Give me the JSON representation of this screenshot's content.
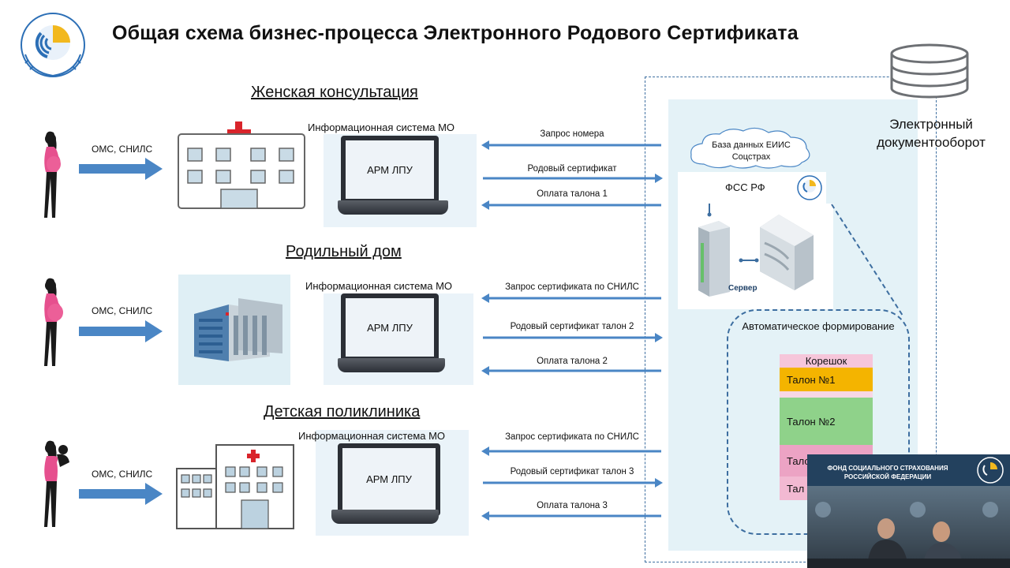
{
  "title": "Общая схема бизнес-процесса Электронного Родового Сертификата",
  "logo": {
    "icon": "fss-logo-icon"
  },
  "sections": [
    {
      "title": "Женская консультация",
      "input_label": "ОМС, СНИЛС",
      "system_label": "Информационная система МО",
      "workstation": "АРМ ЛПУ",
      "messages": [
        "Запрос номера",
        "Родовый сертификат",
        "Оплата талона 1"
      ]
    },
    {
      "title": "Родильный дом",
      "input_label": "ОМС, СНИЛС",
      "system_label": "Информационная система МО",
      "workstation": "АРМ ЛПУ",
      "messages": [
        "Запрос сертификата по СНИЛС",
        "Родовый сертификат талон 2",
        "Оплата талона 2"
      ]
    },
    {
      "title": "Детская поликлиника",
      "input_label": "ОМС, СНИЛС",
      "system_label": "Информационная система МО",
      "workstation": "АРМ ЛПУ",
      "messages": [
        "Запрос сертификата по СНИЛС",
        "Родовый сертификат талон 3",
        "Оплата талона 3"
      ]
    }
  ],
  "right": {
    "edo_label": "Электронный документооборот",
    "db_cloud": "База данных ЕИИС Соцстрах",
    "fss_label": "ФСС РФ",
    "server_label": "Сервер",
    "auto_label": "Автоматическое формирование",
    "stub_label": "Корешок",
    "talon1": "Талон №1",
    "talon2": "Талон №2",
    "talon3_partial": "Тало",
    "talon4_partial": "Тал"
  },
  "video": {
    "banner_line1": "ФОНД СОЦИАЛЬНОГО СТРАХОВАНИЯ",
    "banner_line2": "РОССИЙСКОЙ ФЕДЕРАЦИИ"
  },
  "colors": {
    "arrow_blue": "#4a86c5",
    "dashed_blue": "#3d6ea0",
    "panel_bg": "#e4f2f7",
    "talon1": "#f4b400",
    "talon2": "#8fd28a",
    "stub": "#f6c6da",
    "cross_red": "#d9242b"
  }
}
